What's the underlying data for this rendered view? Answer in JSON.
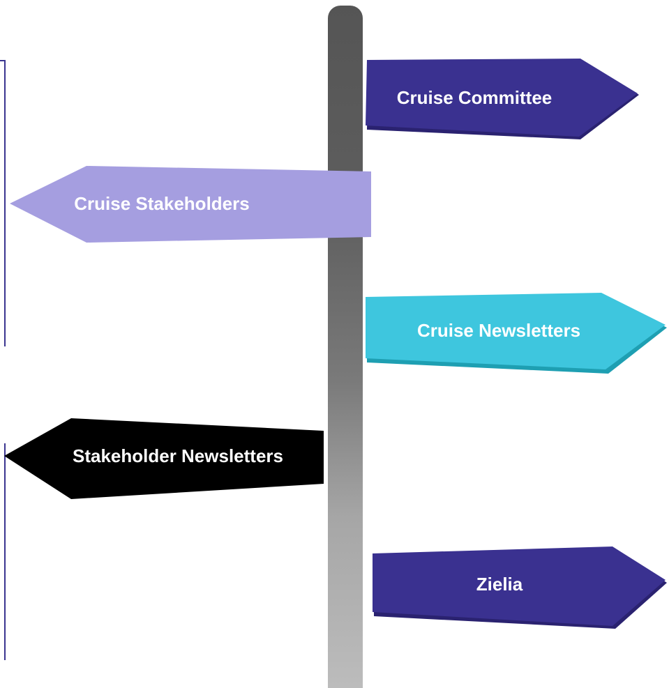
{
  "signs": [
    {
      "label": "Cruise Committee",
      "color": "#3a3190",
      "text_color": "#ffffff",
      "direction": "right"
    },
    {
      "label": "Cruise Stakeholders",
      "color": "#a59ee0",
      "text_color": "#ffffff",
      "direction": "left"
    },
    {
      "label": "Cruise Newsletters",
      "color": "#3ec6de",
      "text_color": "#ffffff",
      "direction": "right"
    },
    {
      "label": "Stakeholder Newsletters",
      "color": "#000000",
      "text_color": "#ffffff",
      "direction": "left"
    },
    {
      "label": "Zielia",
      "color": "#3a3190",
      "text_color": "#ffffff",
      "direction": "right"
    }
  ],
  "pole": {
    "color_top": "#555555",
    "color_bottom": "#bcbcbc"
  }
}
